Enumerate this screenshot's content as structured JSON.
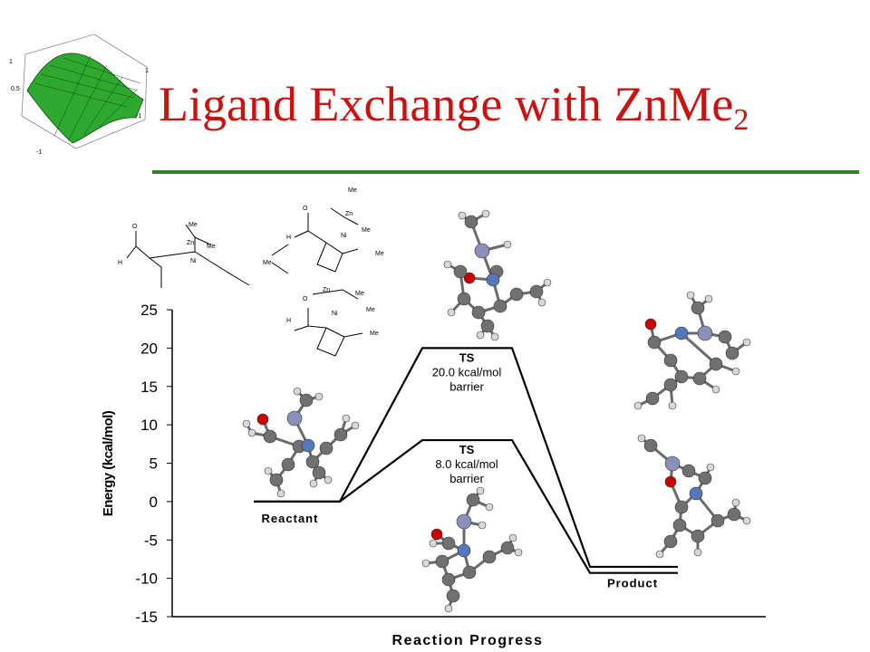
{
  "slide": {
    "title_main": "Ligand Exchange with ZnMe",
    "title_sub": "2"
  },
  "scheme": {
    "atom_labels": {
      "o": "O",
      "h": "H",
      "me": "Me",
      "ni": "Ni",
      "zn": "Zn"
    }
  },
  "colors": {
    "title": "#cc1111",
    "rule": "#2b8a1e",
    "carbon": "#707070",
    "hydrogen": "#d8d8d8",
    "nitrogen": "#5577bb",
    "oxygen": "#cc0000",
    "zinc": "#8a90b8",
    "surface": "#2fa82f"
  },
  "chart_data": {
    "type": "line",
    "ylabel": "Energy (kcal/mol)",
    "xlabel": "Reaction Progress",
    "ylim": [
      -15,
      25
    ],
    "yticks": [
      "25",
      "20",
      "15",
      "10",
      "5",
      "0",
      "-5",
      "-10",
      "-15"
    ],
    "grid": false,
    "stages": [
      "Reactant",
      "TS",
      "Product"
    ],
    "series": [
      {
        "values": [
          0,
          20.0,
          -8.5
        ]
      },
      {
        "values": [
          0,
          8.0,
          -9.3
        ]
      }
    ],
    "annotations": [
      {
        "label": "TS",
        "text": "20.0 kcal/mol",
        "note": "barrier",
        "value": 20.0
      },
      {
        "label": "TS",
        "text": "8.0 kcal/mol",
        "note": "barrier",
        "value": 8.0
      }
    ],
    "level_labels": {
      "reactant": "Reactant",
      "product": "Product"
    }
  }
}
